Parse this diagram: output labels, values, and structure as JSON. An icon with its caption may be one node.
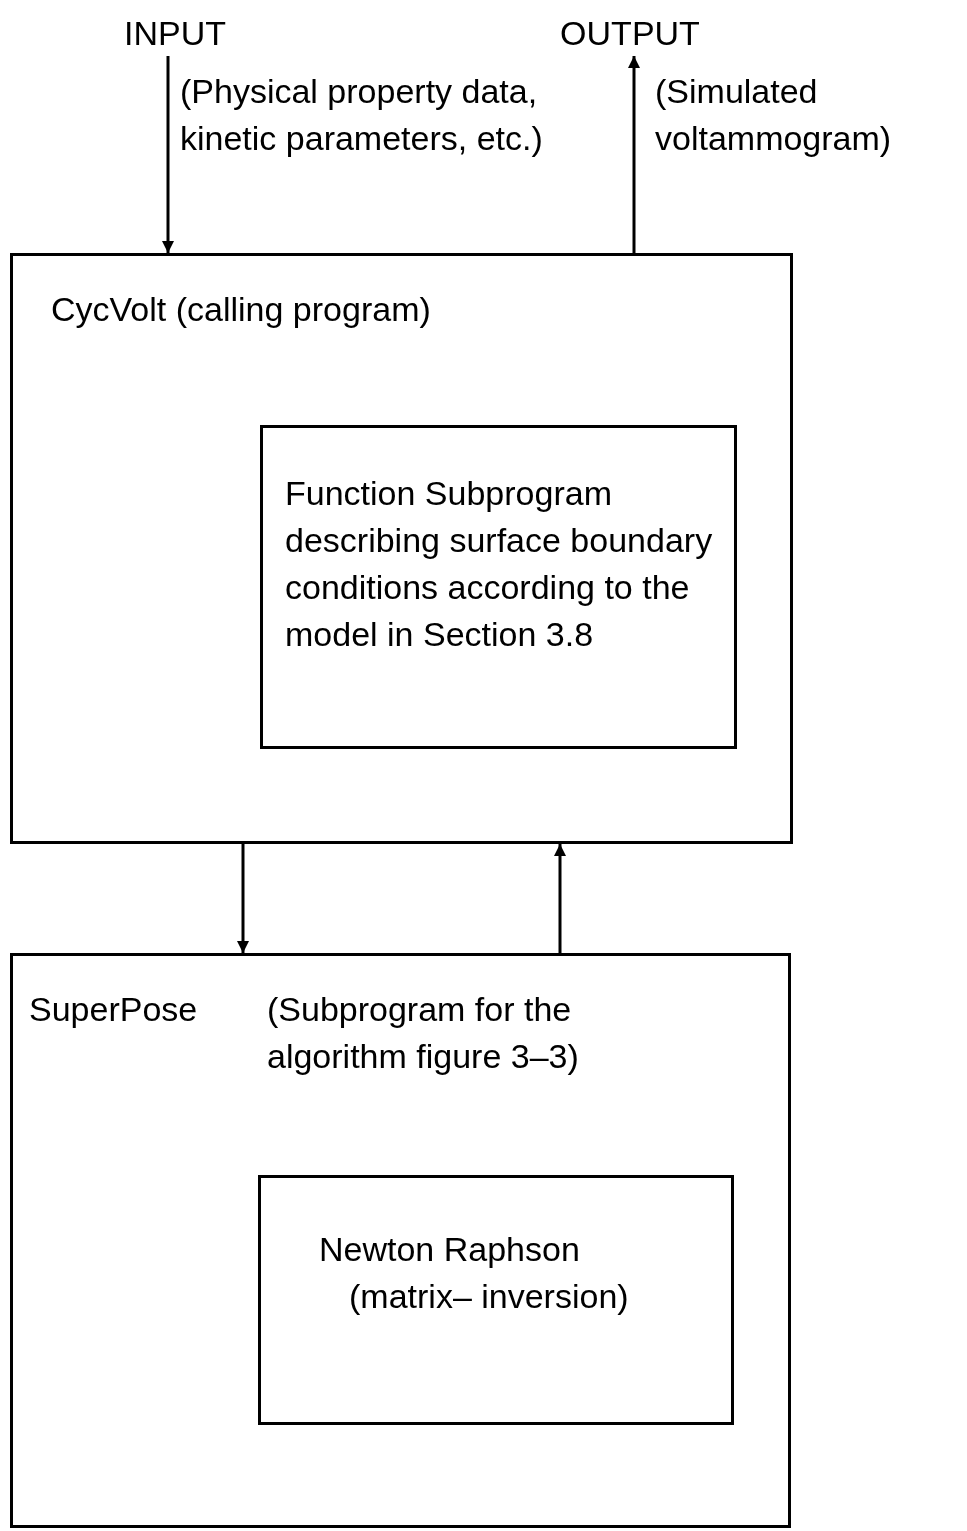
{
  "diagram": {
    "nodes": [
      {
        "text": [
          "INPUT"
        ]
      },
      {
        "text": [
          "OUTPUT"
        ]
      },
      {
        "text": [
          "CycVolt (calling program)"
        ]
      },
      {
        "text": [
          "Function Subprogram describing surface boundary conditions according to the model in Section 3.8"
        ],
        "in": 2
      },
      {
        "text": [
          "SuperPose",
          "(Subprogram for the algorithm figure 3–3)"
        ]
      },
      {
        "text": [
          "Newton Raphson",
          "(matrix– inversion)"
        ],
        "in": 4
      }
    ],
    "edges": [
      {
        "from": 0,
        "to": 2,
        "arrow": "to",
        "label": "(Physical property data, kinetic parameters, etc.)"
      },
      {
        "from": 2,
        "to": 1,
        "arrow": "to",
        "label": "(Simulated voltammogram)"
      },
      {
        "from": 2,
        "to": 4,
        "arrow": "to"
      },
      {
        "from": 4,
        "to": 2,
        "arrow": "to"
      }
    ]
  }
}
